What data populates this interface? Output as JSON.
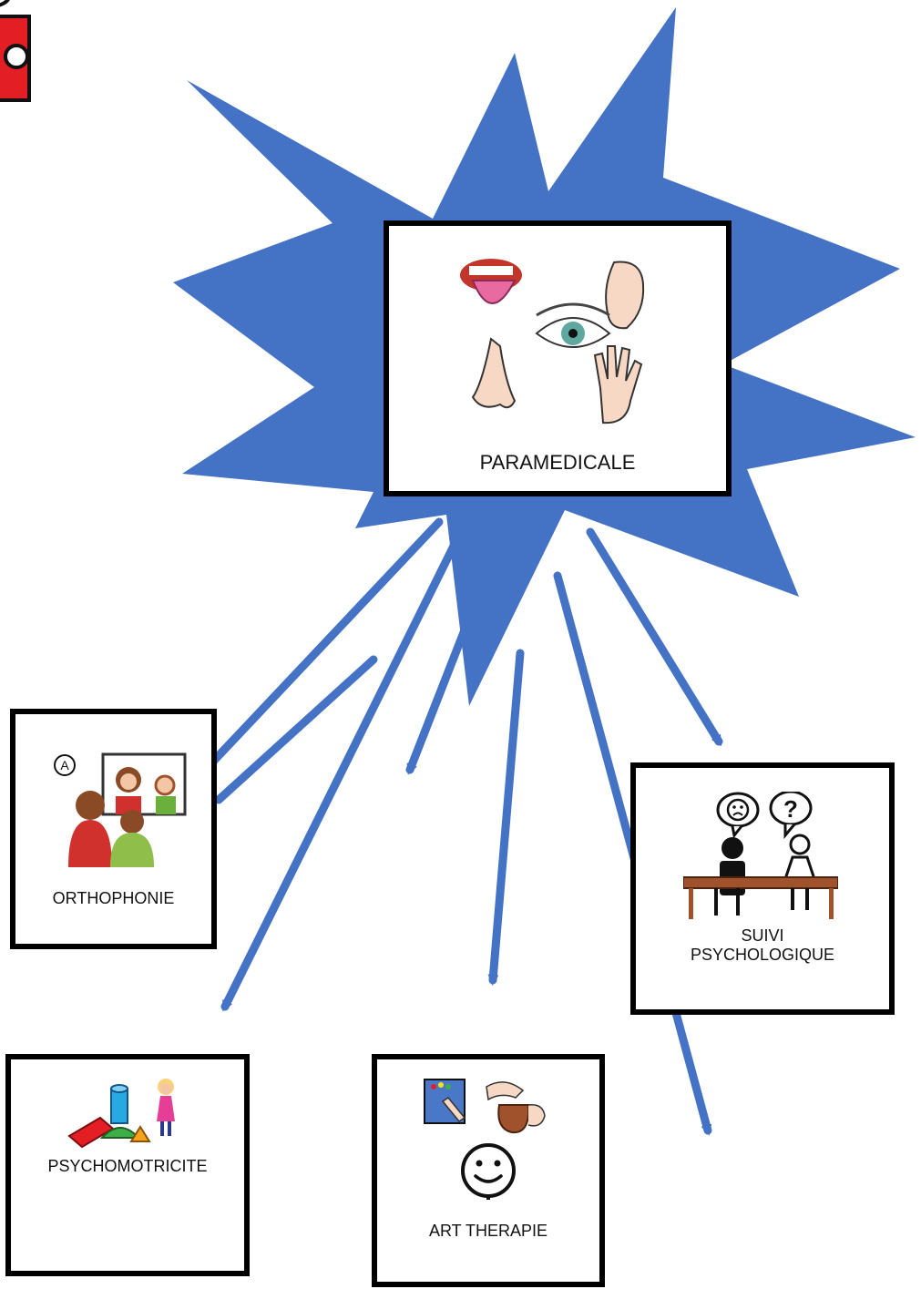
{
  "diagram": {
    "center": {
      "label": "PARAMEDICALE",
      "icon": "senses-icon"
    },
    "nodes": [
      {
        "id": "orthophonie",
        "label": "ORTHOPHONIE",
        "icon": "speech-therapy-icon"
      },
      {
        "id": "psychomotricite",
        "label": "PSYCHOMOTRICITE",
        "icon": "psychomotor-icon"
      },
      {
        "id": "art-therapie",
        "label": "ART THERAPIE",
        "icon": "art-therapy-icon"
      },
      {
        "id": "suivi-psy",
        "label_line1": "SUIVI",
        "label_line2": "PSYCHOLOGIQUE",
        "icon": "psychological-followup-icon"
      }
    ],
    "colors": {
      "burst": "#4472c4",
      "arrow": "#4472c4",
      "border": "#000000",
      "puzzle": "#e31e24"
    }
  }
}
